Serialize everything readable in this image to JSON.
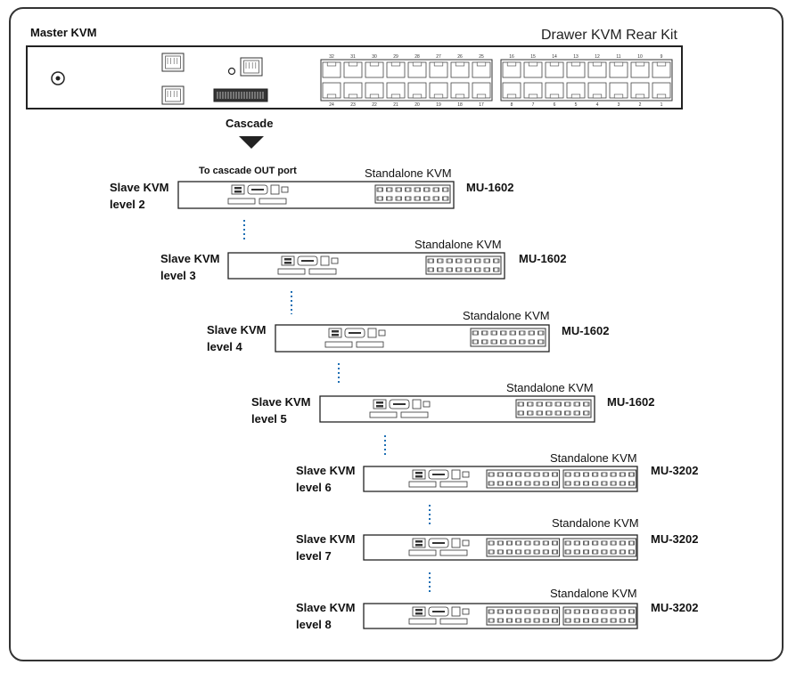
{
  "header": {
    "master_label": "Master KVM",
    "title": "Drawer KVM Rear Kit"
  },
  "master_ports": {
    "top": [
      "32",
      "31",
      "30",
      "29",
      "28",
      "27",
      "26",
      "25",
      "16",
      "15",
      "14",
      "13",
      "12",
      "11",
      "10",
      "9"
    ],
    "bottom": [
      "24",
      "23",
      "22",
      "21",
      "20",
      "19",
      "18",
      "17",
      "8",
      "7",
      "6",
      "5",
      "4",
      "3",
      "2",
      "1"
    ]
  },
  "cascade_label": "Cascade",
  "cascade_out_label": "To cascade OUT port",
  "standalone_label": "Standalone KVM",
  "slaves": [
    {
      "line1": "Slave KVM",
      "line2": "level 2",
      "model": "MU-1602",
      "ports": 16
    },
    {
      "line1": "Slave KVM",
      "line2": "level 3",
      "model": "MU-1602",
      "ports": 16
    },
    {
      "line1": "Slave KVM",
      "line2": "level 4",
      "model": "MU-1602",
      "ports": 16
    },
    {
      "line1": "Slave KVM",
      "line2": "level 5",
      "model": "MU-1602",
      "ports": 16
    },
    {
      "line1": "Slave KVM",
      "line2": "level 6",
      "model": "MU-3202",
      "ports": 32
    },
    {
      "line1": "Slave KVM",
      "line2": "level 7",
      "model": "MU-3202",
      "ports": 32
    },
    {
      "line1": "Slave KVM",
      "line2": "level 8",
      "model": "MU-3202",
      "ports": 32
    }
  ],
  "colors": {
    "connector": "#1e6fb4",
    "line": "#222222"
  }
}
